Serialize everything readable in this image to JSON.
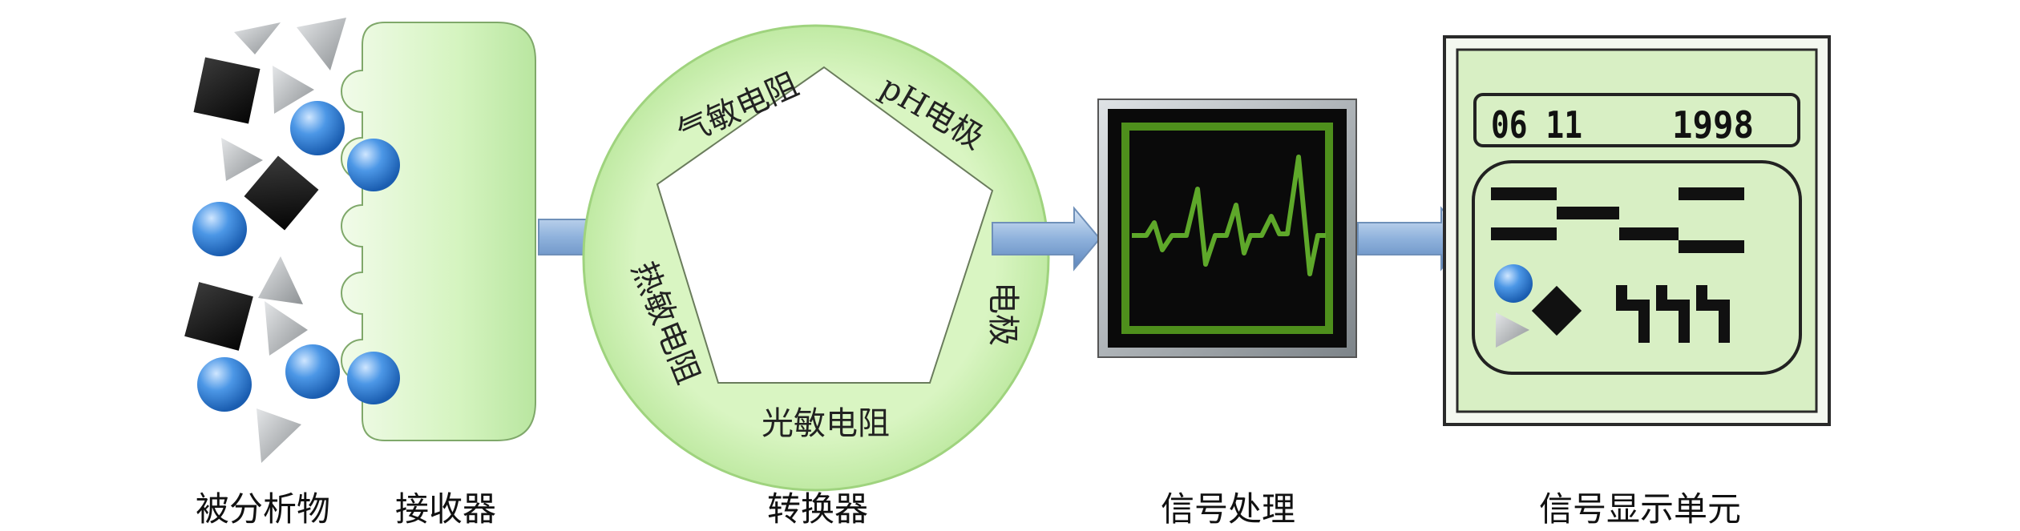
{
  "labels": {
    "analyte": "被分析物",
    "receptor": "接收器",
    "transducer": "转换器",
    "signal_processing": "信号处理",
    "display_unit": "信号显示单元"
  },
  "transducer_ring": {
    "gas_resistor": "气敏电阻",
    "ph_electrode": "pH电极",
    "electrode": "电极",
    "light_resistor": "光敏电阻",
    "thermal_resistor": "热敏电阻"
  },
  "display": {
    "date_left": "06 11",
    "date_right": "1998"
  },
  "colors": {
    "receptor_fill": "#d6f5c2",
    "ring_fill": "#cdf0b0",
    "arrow_fill": "#8fb2dc",
    "monitor_green": "#4e8f1c",
    "lcd_fill": "#d8efc4",
    "sphere_blue": "#2f7fd6"
  }
}
